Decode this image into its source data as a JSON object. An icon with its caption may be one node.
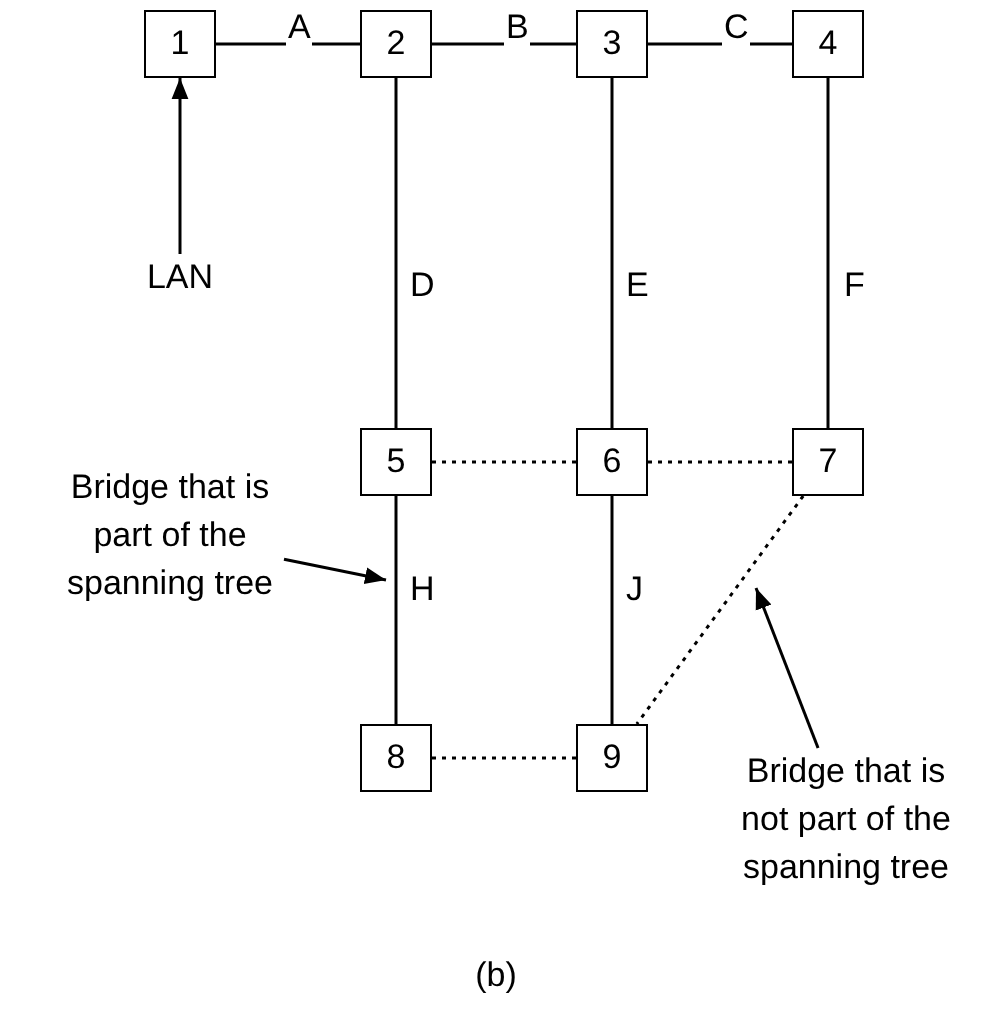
{
  "diagram": {
    "caption": "(b)",
    "nodes": [
      {
        "text": [
          "1"
        ]
      },
      {
        "text": [
          "2"
        ]
      },
      {
        "text": [
          "3"
        ]
      },
      {
        "text": [
          "4"
        ]
      },
      {
        "text": [
          "LAN"
        ]
      },
      {
        "text": [
          "5"
        ]
      },
      {
        "text": [
          "6"
        ]
      },
      {
        "text": [
          "7"
        ]
      },
      {
        "text": [
          "Bridge that is part of the spanning tree"
        ]
      },
      {
        "text": [
          "8"
        ]
      },
      {
        "text": [
          "9"
        ]
      },
      {
        "text": [
          "Bridge that is not part of the spanning tree"
        ]
      }
    ],
    "edges": [
      {
        "from": 0,
        "to": 1,
        "arrow": "none",
        "label": "A"
      },
      {
        "from": 1,
        "to": 2,
        "arrow": "none",
        "label": "B"
      },
      {
        "from": 2,
        "to": 3,
        "arrow": "none",
        "label": "C"
      },
      {
        "from": 4,
        "to": 0,
        "arrow": "to"
      },
      {
        "from": 1,
        "to": 5,
        "arrow": "none",
        "label": "D"
      },
      {
        "from": 2,
        "to": 6,
        "arrow": "none",
        "label": "E"
      },
      {
        "from": 3,
        "to": 7,
        "arrow": "none",
        "label": "F"
      },
      {
        "from": 5,
        "to": 6,
        "arrow": "none",
        "style": "dashed"
      },
      {
        "from": 6,
        "to": 7,
        "arrow": "none",
        "style": "dashed"
      },
      {
        "from": 5,
        "to": 9,
        "arrow": "none",
        "label": "H"
      },
      {
        "from": 6,
        "to": 10,
        "arrow": "none",
        "label": "J"
      },
      {
        "from": 7,
        "to": 10,
        "arrow": "none",
        "style": "dashed"
      },
      {
        "from": 9,
        "to": 10,
        "arrow": "none",
        "style": "dashed"
      },
      {
        "from": 8,
        "to": null,
        "arrow": "to"
      },
      {
        "from": 11,
        "to": null,
        "arrow": "to"
      }
    ]
  }
}
